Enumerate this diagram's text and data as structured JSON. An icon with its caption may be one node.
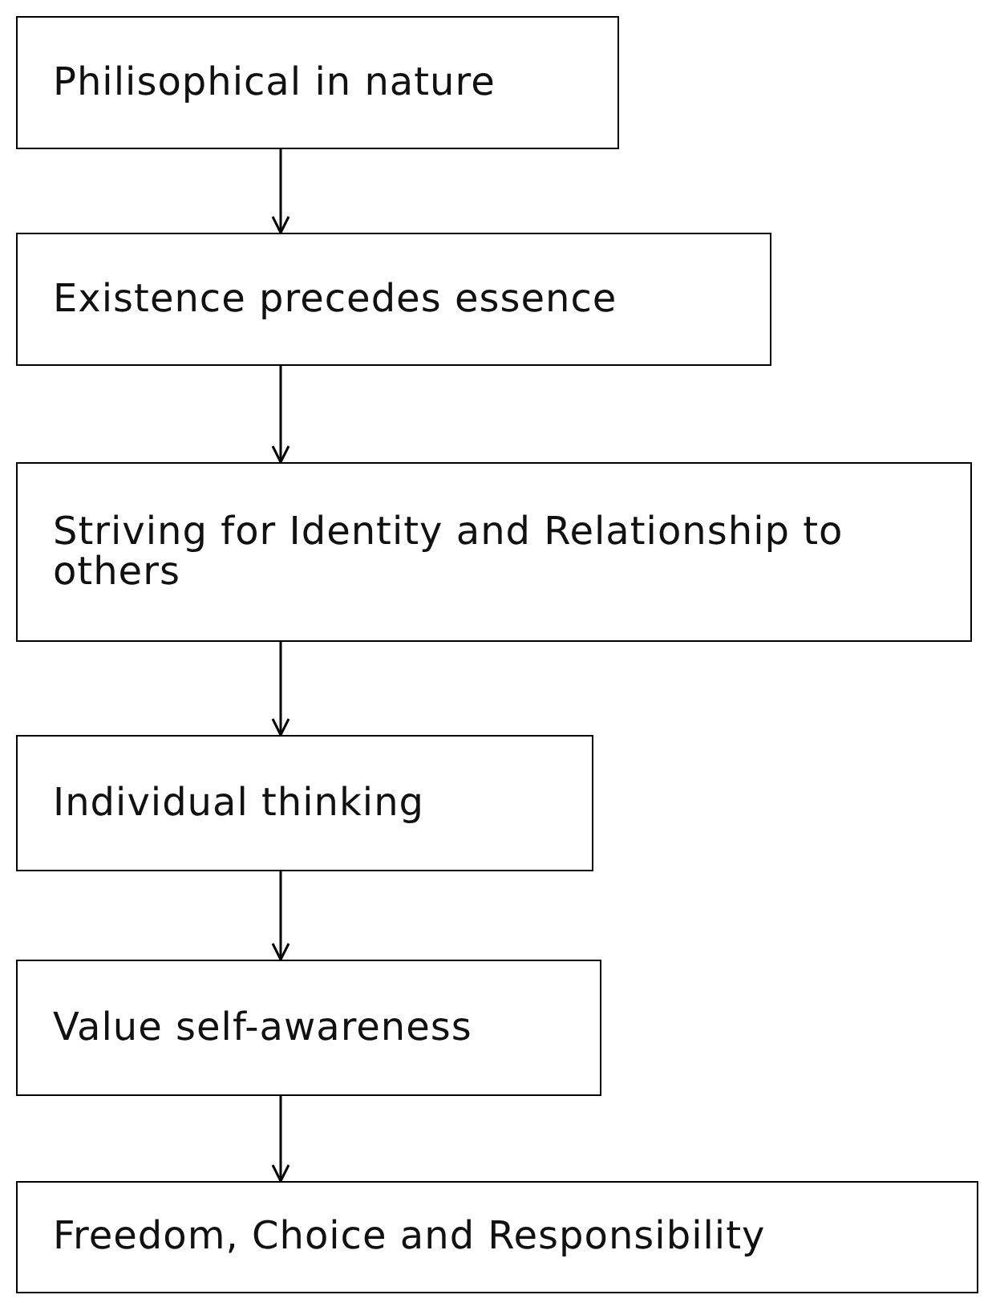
{
  "diagram": {
    "nodes": [
      {
        "text": [
          "Philisophical in nature"
        ]
      },
      {
        "text": [
          "Existence precedes essence"
        ]
      },
      {
        "text": [
          "Striving for Identity and Relationship to others"
        ]
      },
      {
        "text": [
          "Individual thinking"
        ]
      },
      {
        "text": [
          "Value self-awareness"
        ]
      },
      {
        "text": [
          "Freedom, Choice and Responsibility"
        ]
      }
    ],
    "edges": [
      {
        "from": 0,
        "to": 1,
        "arrow": "to"
      },
      {
        "from": 1,
        "to": 2,
        "arrow": "to"
      },
      {
        "from": 2,
        "to": 3,
        "arrow": "to"
      },
      {
        "from": 3,
        "to": 4,
        "arrow": "to"
      },
      {
        "from": 4,
        "to": 5,
        "arrow": "to"
      }
    ]
  }
}
